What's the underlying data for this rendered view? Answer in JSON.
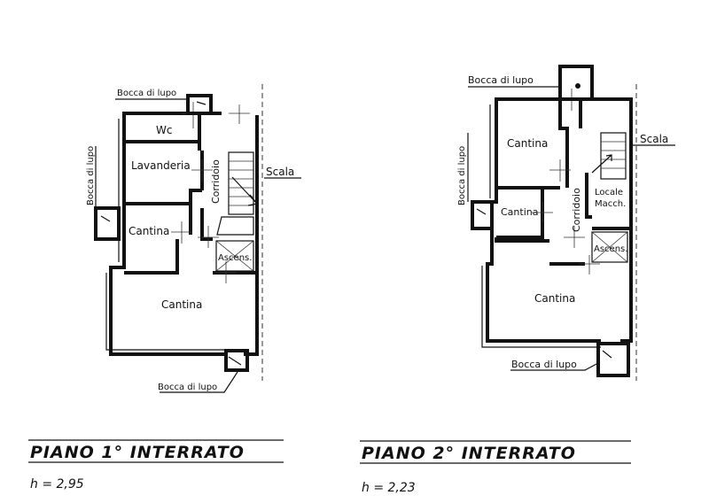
{
  "plan1": {
    "title": "PIANO  1° INTERRATO",
    "height": "h = 2,95",
    "rooms": {
      "bocca_top": "Bocca di lupo",
      "bocca_left": "Bocca di lupo",
      "bocca_bottom": "Bocca di lupo",
      "wc": "Wc",
      "lavanderia": "Lavanderia",
      "corridoio": "Corridoio",
      "scala": "Scala",
      "cantina_small": "Cantina",
      "ascens": "Ascens.",
      "cantina_large": "Cantina"
    }
  },
  "plan2": {
    "title": "PIANO  2° INTERRATO",
    "height": "h = 2,23",
    "rooms": {
      "bocca_top": "Bocca di lupo",
      "bocca_left": "Bocca di lupo",
      "bocca_bottom": "Bocca di lupo",
      "cantina_top": "Cantina",
      "scala": "Scala",
      "locale": "Locale",
      "macch": "Macch.",
      "corridoio": "Corridoio",
      "cantina_mid": "Cantina",
      "ascens": "Ascens.",
      "cantina_large": "Cantina"
    }
  }
}
